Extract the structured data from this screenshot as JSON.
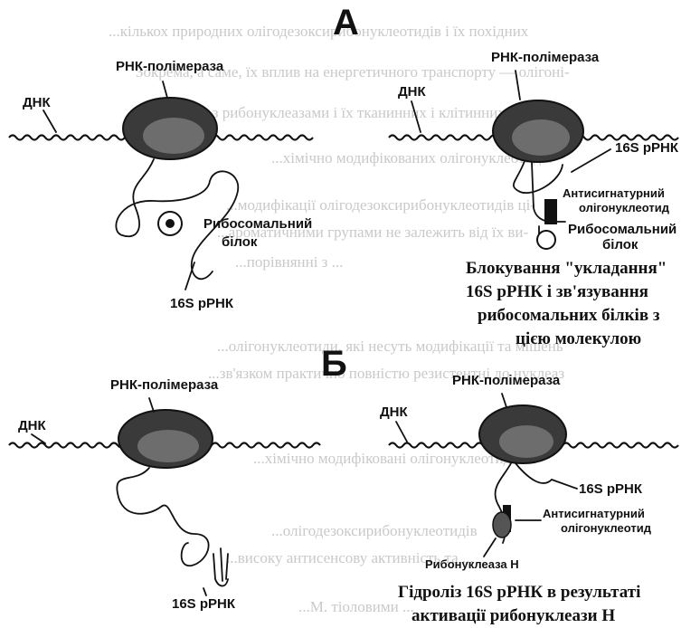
{
  "panels": {
    "a": "А",
    "b": "Б"
  },
  "labels": {
    "rna_polymerase": "РНК-полімераза",
    "dna": "ДНК",
    "rrna_16s": "16S рРНК",
    "ribosomal_protein_line1": "Рибосомальний",
    "ribosomal_protein_line2": "білок",
    "antisignature_line1": "Антисигнатурний",
    "antisignature_line2": "олігонуклеотид",
    "rnase_h": "Рибонуклеаза Н"
  },
  "captions": {
    "top_right": [
      "Блокування \"укладання\"",
      "16S рРНК і зв'язування",
      "рибосомальних білків з",
      "цією молекулою"
    ],
    "bottom_right": [
      "Гідроліз 16S рРНК в результаті",
      "активації рибонуклеази Н"
    ]
  },
  "background_text": [
    "...кількох природних олігодезоксирибонуклеотидів і їх похідних",
    "Зокрема, а саме, їх вплив на енергетичного транспорту — олігоні-",
    "клеотидів з рибонуклеазами і їх тканинних і клітинних функцій",
    "...хімічно модифікованих олігонуклеотидів",
    "...модифікації олігодезоксирибонуклеотидів ці-",
    "...ароматичними групами не залежить від їх ви-",
    "...порівнянні з ...",
    "...олігонуклеотиди, які несуть модифікації та мішень",
    "...зв'язком практично повністю резистентні до нуклеаз",
    "...хімічно модифіковані олігонуклеотиди",
    "...олігодезоксирибонуклеотидів",
    "...високу антисенсову активність та ...",
    "...М. тіоловими ..."
  ]
}
